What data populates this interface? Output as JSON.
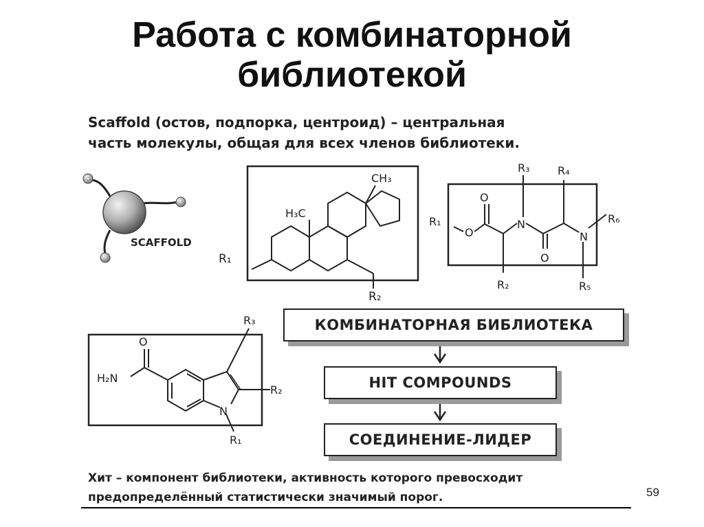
{
  "slide": {
    "title_line1": "Работа с комбинаторной",
    "title_line2": "библиотекой",
    "intro_line1": "Scaffold (остов, подпорка, центроид) – центральная",
    "intro_line2": "часть молекулы, общая для всех членов библиотеки.",
    "footnote_line1": "Хит – компонент библиотеки, активность которого превосходит",
    "footnote_line2": "предопределённый статистически значимый порог.",
    "page_number": "59"
  },
  "figure": {
    "scaffold_label": "SCAFFOLD",
    "steroid": {
      "ch3": "CH₃",
      "h3c": "H₃C",
      "r1": "R₁",
      "r2": "R₂"
    },
    "peptide": {
      "r1": "R₁",
      "r2": "R₂",
      "r3": "R₃",
      "r4": "R₄",
      "r5": "R₅",
      "r6": "R₆",
      "o": "O",
      "n": "N"
    },
    "indole": {
      "o": "O",
      "h2n": "H₂N",
      "n": "N",
      "r1": "R₁",
      "r2": "R₂",
      "r3": "R₃"
    }
  },
  "flow": {
    "box1": "КОМБИНАТОРНАЯ БИБЛИОТЕКА",
    "box2": "HIT COMPOUNDS",
    "box3": "СОЕДИНЕНИЕ-ЛИДЕР"
  },
  "colors": {
    "text": "#222222",
    "shadow": "#9a9a9a",
    "sphere_highlight": "#f2f2f2",
    "sphere_dark": "#555555"
  }
}
